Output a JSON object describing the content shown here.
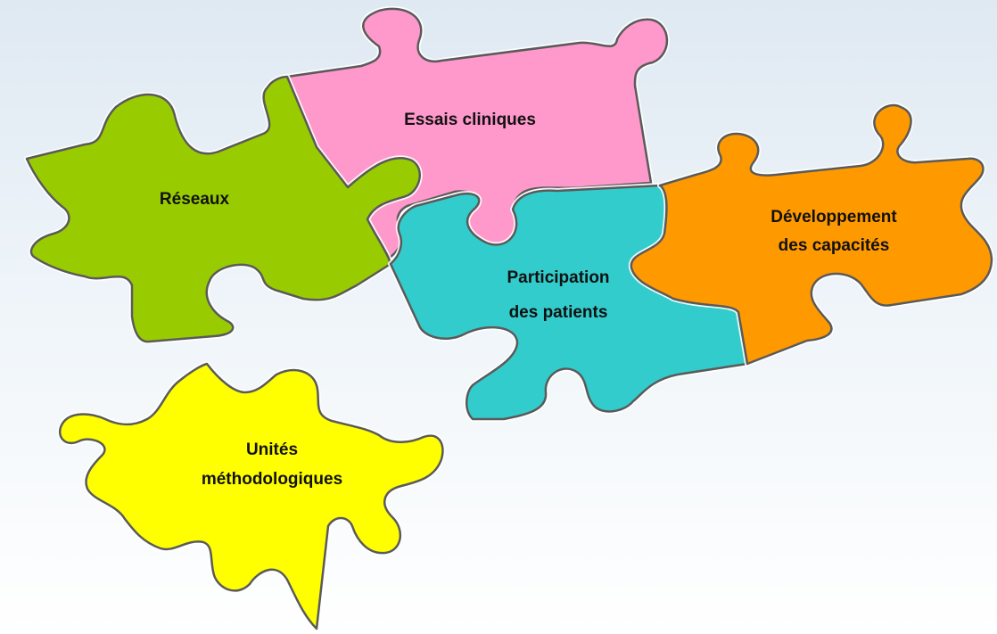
{
  "pieces": {
    "reseaux": {
      "label": "Réseaux",
      "color": "#99cc00"
    },
    "essais": {
      "label": "Essais cliniques",
      "color": "#ff99cc"
    },
    "participation": {
      "line1": "Participation",
      "line2": "des patients",
      "color": "#33cccc"
    },
    "developpement": {
      "line1": "Développement",
      "line2": "des capacités",
      "color": "#ff9900"
    },
    "unites": {
      "line1": "Unités",
      "line2": "méthodologiques",
      "color": "#ffff00"
    }
  }
}
